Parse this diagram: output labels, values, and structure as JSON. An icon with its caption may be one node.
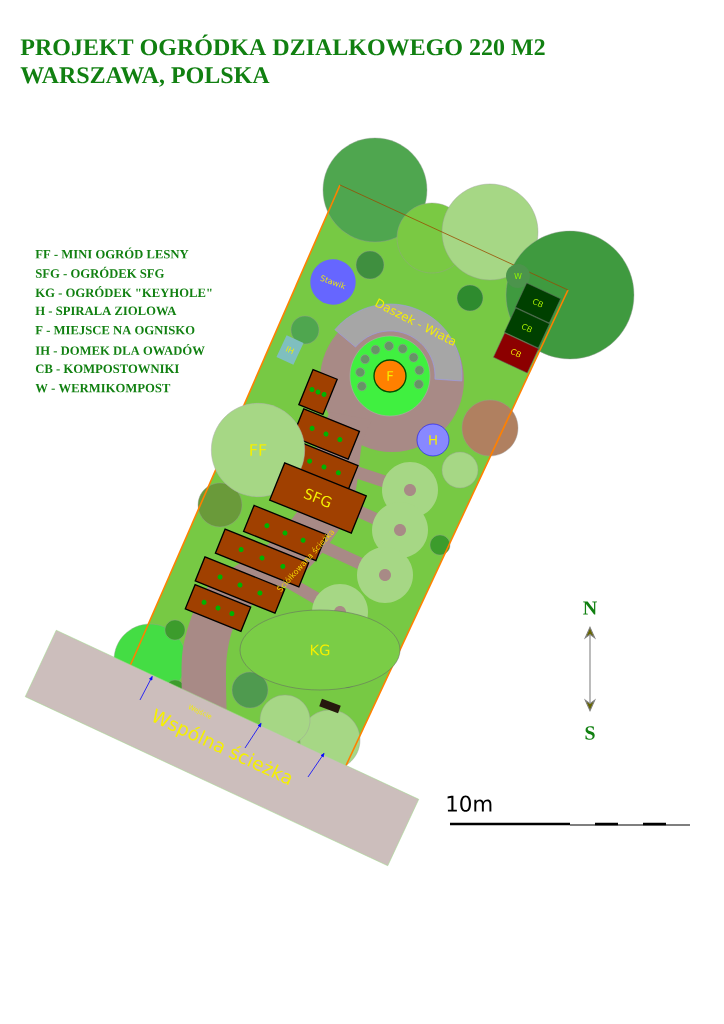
{
  "diagram": {
    "title": "PROJEKT OGRÓDKA DZIALKOWEGO 220 M2",
    "nodes": [
      {
        "text": [
          "Stawik"
        ]
      },
      {
        "text": [
          "W"
        ]
      },
      {
        "text": [
          "CB"
        ]
      },
      {
        "text": [
          "CB"
        ]
      },
      {
        "text": [
          "Daszek - Wiata"
        ]
      },
      {
        "text": [
          "CB"
        ]
      },
      {
        "text": [
          "IH"
        ]
      },
      {
        "text": [
          "F"
        ]
      },
      {
        "text": [
          "H"
        ]
      },
      {
        "text": [
          "FF"
        ]
      },
      {
        "text": [
          "SFG"
        ]
      },
      {
        "text": [
          "KG"
        ]
      },
      {
        "text": [
          "Wspólna ścieżka"
        ]
      }
    ],
    "labels": [
      "WARSZAWA, POLSKA",
      "FF - MINI OGRÓD LESNY",
      "SFG - OGRÓDEK SFG",
      "KG - OGRÓDEK \"KEYHOLE\"",
      "H - SPIRALA ZIOLOWA",
      "F - MIEJSCE NA OGNISKO",
      "IH - DOMEK DLA OWADÓW",
      "CB - KOMPOSTOWNIKI",
      "W - WERMIKOMPOST",
      "Ściółkowana ścieżka",
      "Wejście",
      "N",
      "S",
      "10m"
    ]
  }
}
